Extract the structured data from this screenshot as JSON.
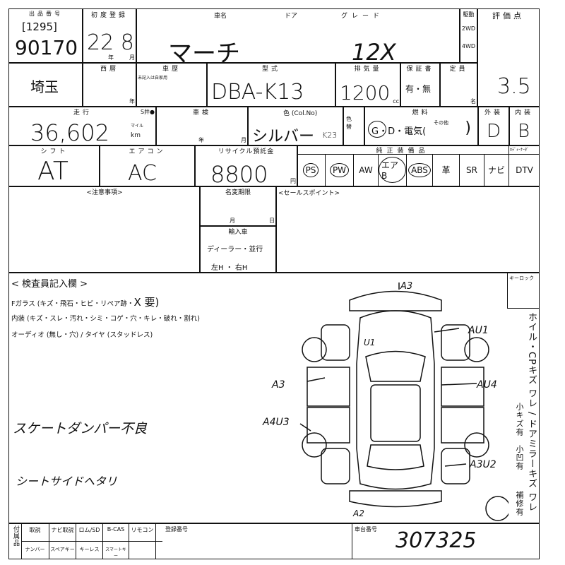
{
  "header": {
    "lot_label": "出品番号",
    "lot_sub": "[1295]",
    "lot_no": "90170",
    "first_reg_label": "初度登録",
    "first_reg_value": "22 8",
    "year_unit": "年",
    "month_unit": "月",
    "car_name_label": "車名",
    "car_name": "マーチ",
    "door_label": "ドア",
    "grade_label": "グレード",
    "grade": "12X",
    "drive_label": "駆動",
    "drive_2wd": "2WD",
    "drive_4wd": "4WD",
    "score_label": "評価点",
    "score": "3.5"
  },
  "row2": {
    "region": "埼玉",
    "year_label": "西暦",
    "year_unit": "年",
    "history_label": "車歴",
    "history_note": "未記入は自家用",
    "model_label": "型式",
    "model": "DBA-K13",
    "displacement_label": "排気量",
    "displacement": "1200",
    "cc": "cc",
    "warranty_label": "保証書",
    "warranty_opts": "有・無",
    "capacity_label": "定員",
    "capacity_unit": "名"
  },
  "row3": {
    "mileage_label": "走行",
    "mileage": "36,602",
    "mileage_unit_mile": "マイル",
    "mileage_unit_km": "km",
    "s_label": "S井●",
    "inspection_label": "車検",
    "year_unit": "年",
    "month_unit": "月",
    "color_label": "色 (Col.No)",
    "color": "シルバー",
    "color_no": "K23",
    "recolor_label": "色替",
    "fuel_label": "燃料",
    "fuel_opts": "G・D・電気(",
    "fuel_other": "その他",
    "fuel_close": ")",
    "fuel_selected": "G",
    "exterior_label": "外装",
    "exterior": "D",
    "interior_label": "内装",
    "interior": "B"
  },
  "row4": {
    "shift_label": "シフト",
    "shift": "AT",
    "ac_label": "エアコン",
    "ac": "AC",
    "recycle_label": "リサイクル預託金",
    "recycle": "8800",
    "yen": "円",
    "equip_label": "純正装備品",
    "equip_extra_label": "ﾎﾃﾞｨｰﾅｰﾀﾞ",
    "equipment": [
      {
        "label": "PS",
        "circled": true
      },
      {
        "label": "PW",
        "circled": true
      },
      {
        "label": "AW",
        "circled": false
      },
      {
        "label": "エアB",
        "circled": true
      },
      {
        "label": "ABS",
        "circled": true
      },
      {
        "label": "革",
        "circled": false
      },
      {
        "label": "SR",
        "circled": false
      },
      {
        "label": "ナビ",
        "circled": false
      },
      {
        "label": "DTV",
        "circled": false
      }
    ]
  },
  "row5": {
    "notes_label": "<注意事項>",
    "name_change_label": "名変期限",
    "month": "月",
    "day": "日",
    "import_label": "輸入車",
    "import_opts": "ディーラー・並行",
    "handle_opts": "左H ・ 右H",
    "sales_label": "<セールスポイント>"
  },
  "inspector": {
    "title": "< 検査員記入欄 >",
    "line1": "Fガラス (キズ・飛石・ヒビ・リペア跡・",
    "line1_x": "X 要)",
    "line2": "内装 (キズ・スレ・汚れ・シミ・コゲ・穴・キレ・破れ・割れ)",
    "line3": "オーディオ (無し・穴) / タイヤ (スタッドレス)",
    "note1": "スケートダンパー不良",
    "note2": "シートサイドへタリ"
  },
  "diagram": {
    "marks": [
      "A3",
      "AU1",
      "U1",
      "A3",
      "AU4",
      "A4U3",
      "A3U2",
      "A2"
    ]
  },
  "side": {
    "keylock_label": "キーロック",
    "vertical_text": "ホイル・CPキズ ワレ / ドアミラーキズ ワレ",
    "small_scratch": "小キズ有",
    "small_dent": "小凹有",
    "repaired": "補修有"
  },
  "bottom": {
    "accessories_label": "付属品",
    "items_top": [
      "取説",
      "ナビ取説",
      "ロム/SD",
      "B-CAS",
      "リモコン"
    ],
    "items_bottom": [
      "ナンバー",
      "スペアキー",
      "キーレス",
      "スマートキー",
      ""
    ],
    "reg_no_label": "登録番号",
    "chassis_label": "車台番号",
    "chassis_no": "307325"
  }
}
